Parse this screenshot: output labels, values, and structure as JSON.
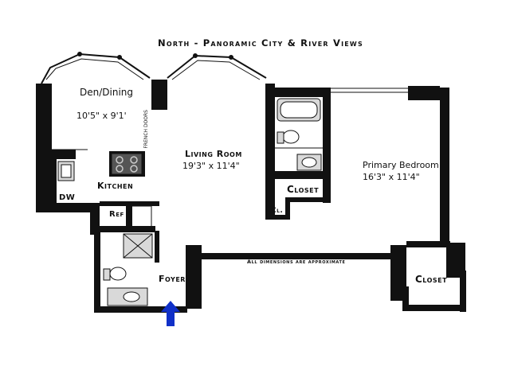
{
  "header": {
    "title": "North - Panoramic City & River Views"
  },
  "note": "All dimensions are approximate",
  "rooms": {
    "den": {
      "name": "Den/Dining",
      "dims": "10'5\" x 9'1'"
    },
    "living": {
      "name": "Living Room",
      "dims": "19'3\" x 11'4\""
    },
    "bedroom": {
      "name": "Primary Bedroom",
      "dims": "16'3\" x 11'4\""
    },
    "kitchen": {
      "name": "Kitchen"
    },
    "foyer": {
      "name": "Foyer"
    },
    "closet_upper": {
      "name": "Closet"
    },
    "closet_lower": {
      "name": "Closet"
    },
    "cl": {
      "name": "Cl."
    },
    "dw": {
      "name": "DW"
    },
    "ref": {
      "name": "Ref"
    },
    "french_doors": {
      "name": "French Doors"
    }
  },
  "colors": {
    "wall": "#111111",
    "entry_arrow": "#1030c8",
    "fixture_fill": "#d9d9d9"
  },
  "icons": {
    "entry": "arrow-up-icon"
  }
}
